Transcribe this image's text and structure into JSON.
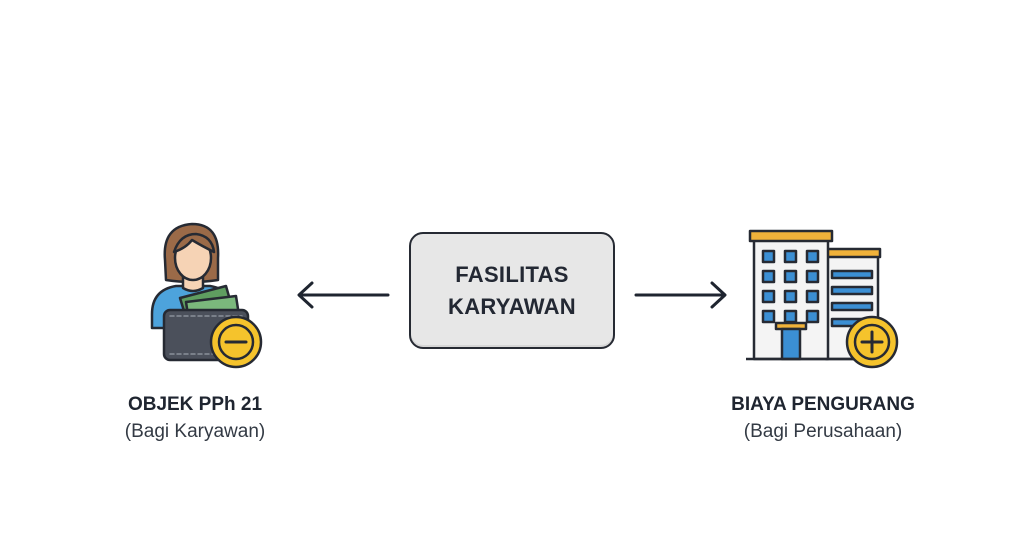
{
  "center": {
    "line1": "FASILITAS",
    "line2": "KARYAWAN"
  },
  "left": {
    "title": "OBJEK PPh 21",
    "subtitle": "(Bagi Karyawan)",
    "icon": "employee-wallet-minus-icon",
    "badge": "minus-icon"
  },
  "right": {
    "title": "BIAYA PENGURANG",
    "subtitle": "(Bagi Perusahaan)",
    "icon": "office-building-plus-icon",
    "badge": "plus-icon"
  },
  "colors": {
    "badge": "#f5c32c",
    "outline": "#262a33",
    "window": "#3b8fd4",
    "wallet": "#4b505b",
    "shirt": "#4da3dc",
    "hair": "#9b6a48",
    "money": "#6aa86b"
  }
}
